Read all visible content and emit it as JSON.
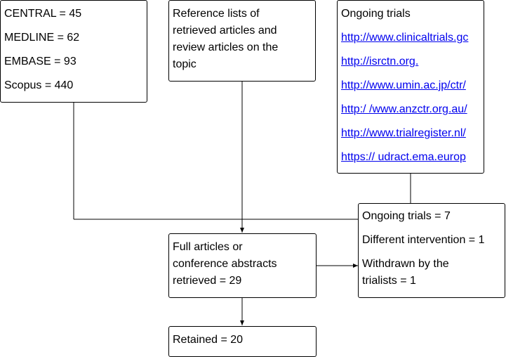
{
  "databases": {
    "lines": [
      "CENTRAL = 45",
      "MEDLINE = 62",
      "EMBASE = 93",
      "Scopus = 440"
    ]
  },
  "references": {
    "lines": [
      "Reference lists of",
      "retrieved articles and",
      "review articles on the",
      "topic"
    ]
  },
  "ongoing_registries": {
    "title": "Ongoing trials",
    "links": [
      "http://www.clinicaltrials.gc",
      "http://isrctn.org.",
      "http://www.umin.ac.jp/ctr/",
      "http:/ /www.anzctr.org.au/",
      "http://www.trialregister.nl/",
      "https:// udract.ema.europ"
    ]
  },
  "excluded": {
    "lines": [
      "Ongoing trials = 7",
      "Different intervention = 1",
      "Withdrawn by the",
      "trialists = 1"
    ]
  },
  "full_articles": {
    "lines": [
      "Full articles or",
      "conference abstracts",
      "retrieved = 29"
    ]
  },
  "retained": {
    "lines": [
      "Retained = 20"
    ]
  }
}
